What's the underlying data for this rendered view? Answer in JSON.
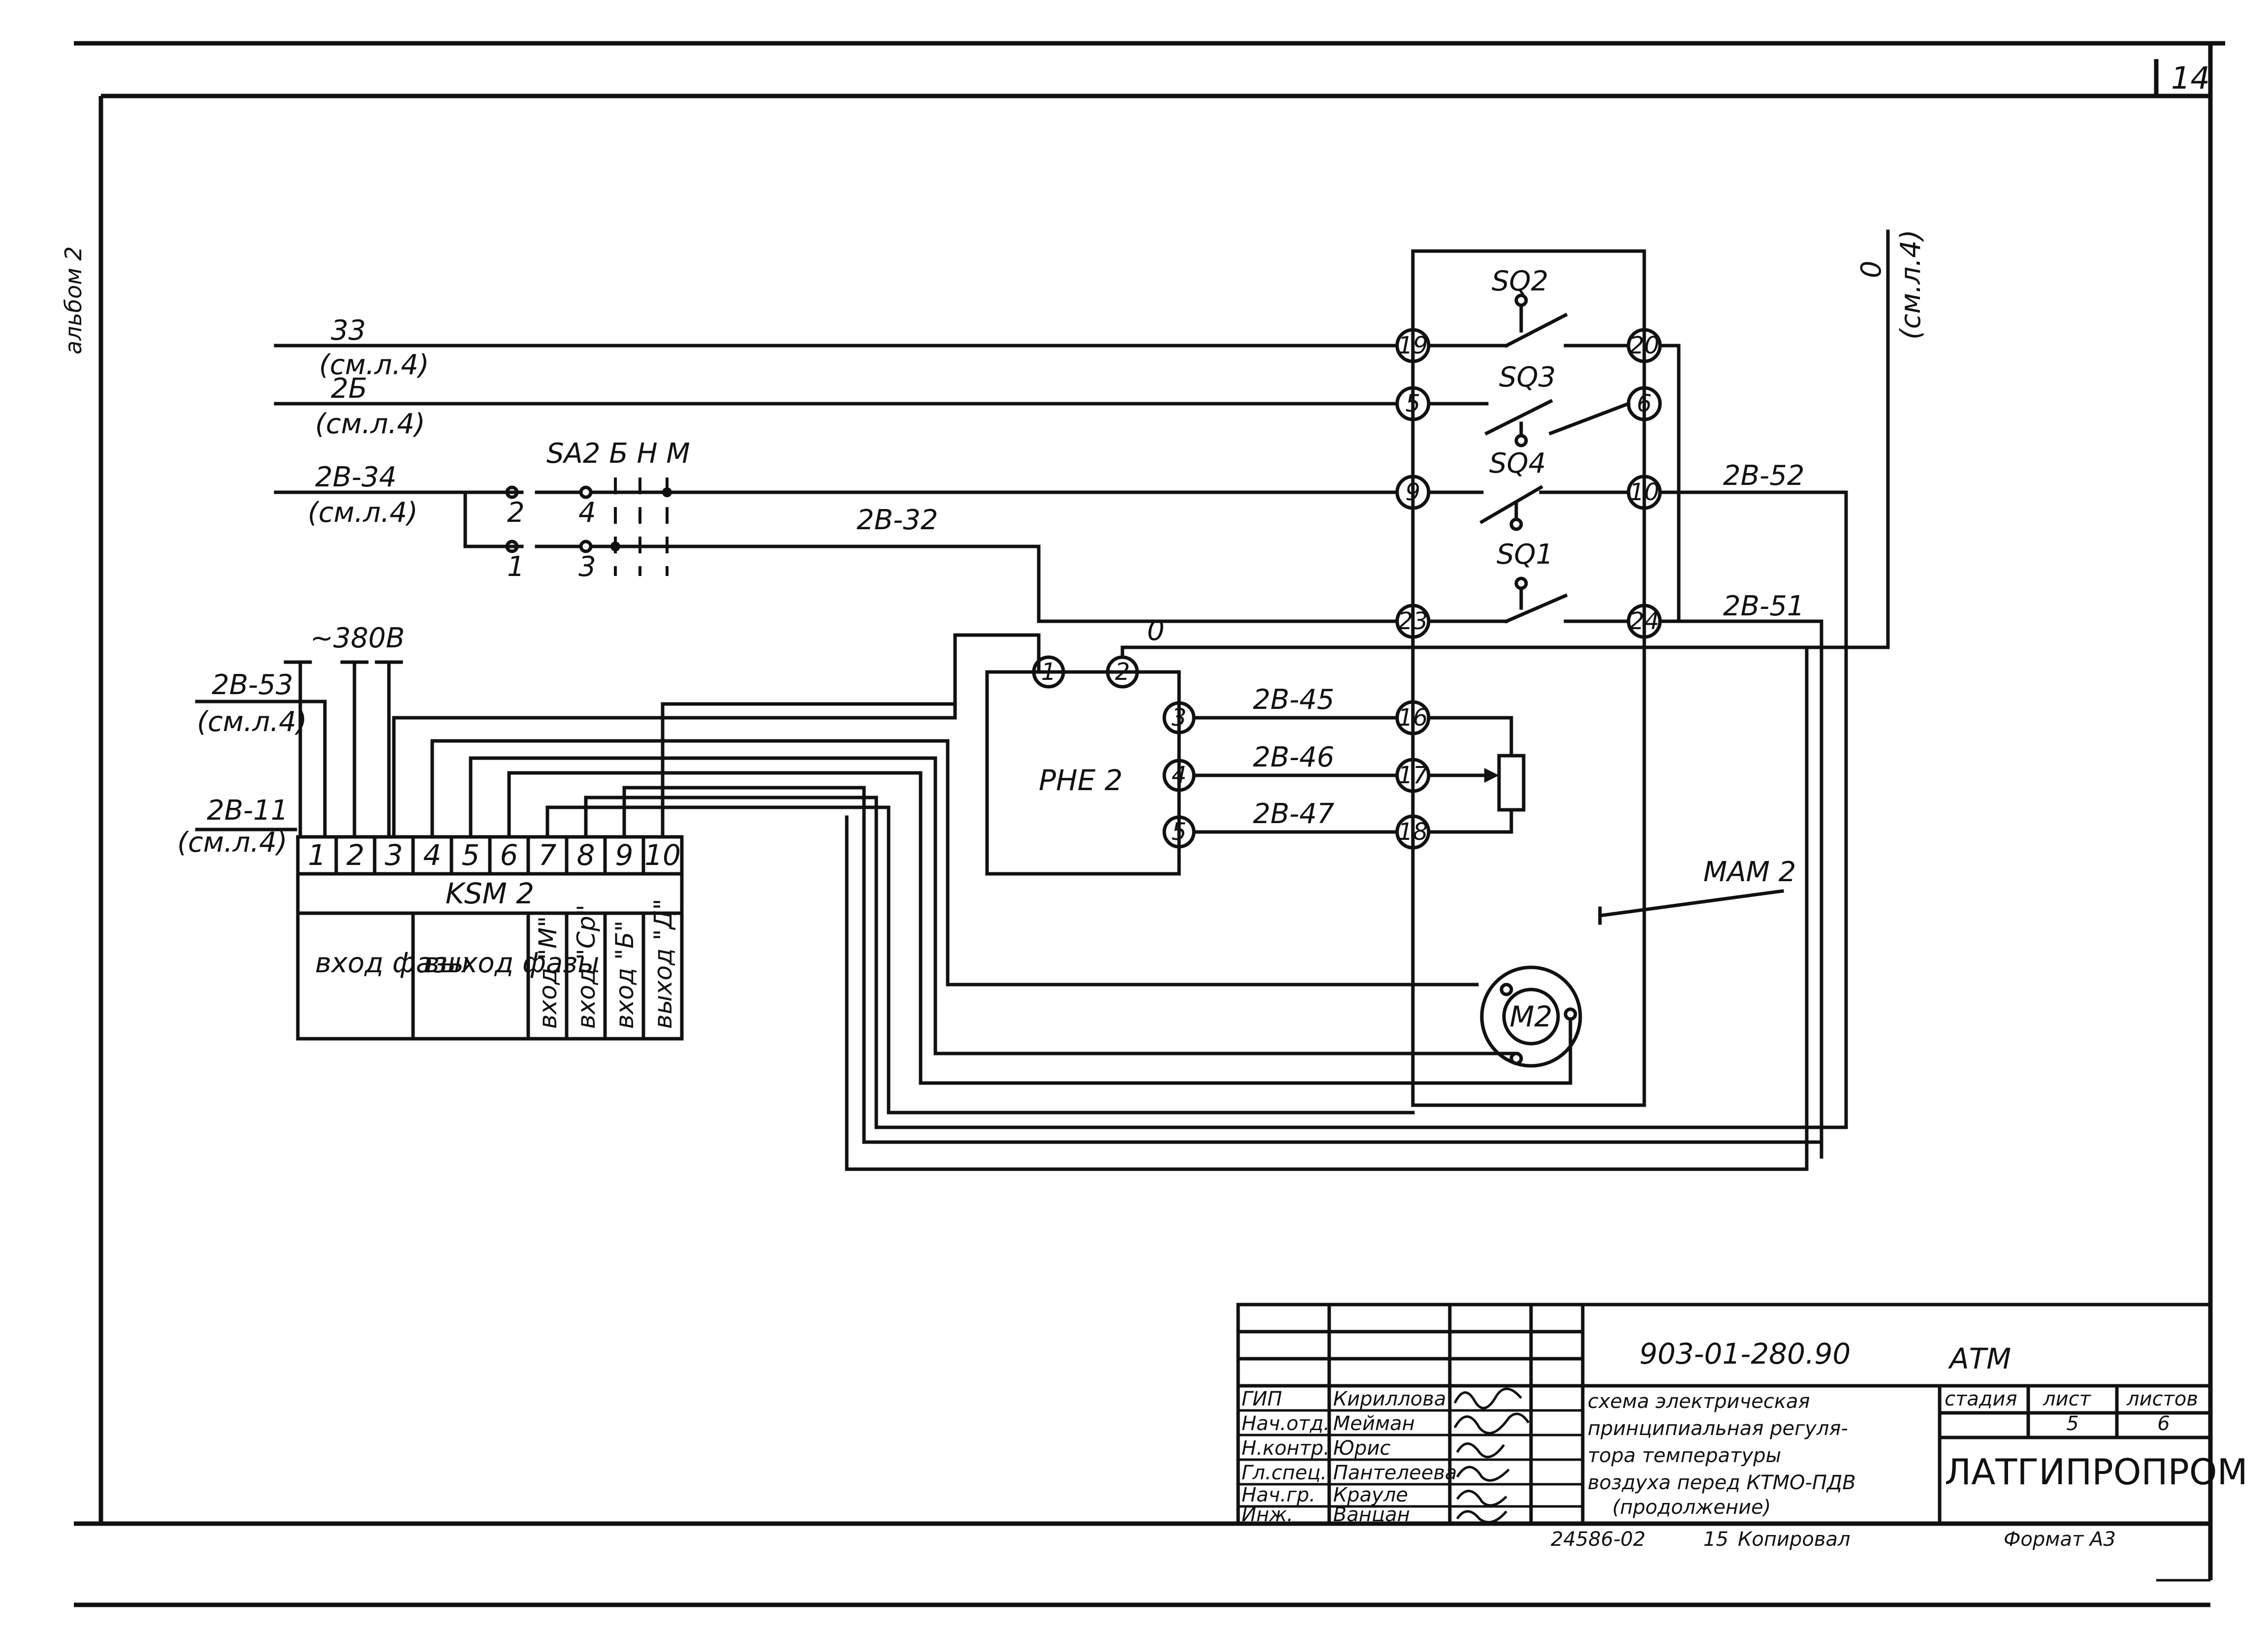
{
  "sheet": {
    "album": "альбом 2",
    "page_number": "14"
  },
  "wires": {
    "w33": "33",
    "w2b": "2Б",
    "w2v34": "2В-34",
    "w2v32": "2В-32",
    "w2v52": "2В-52",
    "w2v51": "2В-51",
    "w2v53": "2В-53",
    "w2v11": "2В-11",
    "w2v45": "2В-45",
    "w2v46": "2В-46",
    "w2v47": "2В-47",
    "wire0": "0",
    "ref": "(см.л.4)",
    "voltage": "~380В"
  },
  "switches": {
    "sq2": "SQ2",
    "sq3": "SQ3",
    "sq4": "SQ4",
    "sq1": "SQ1",
    "sa2": "SA2 Б Н М",
    "sa2_contacts": [
      "2",
      "4",
      "1",
      "3"
    ]
  },
  "terminals": {
    "left": [
      "19",
      "5",
      "9",
      "23",
      "16",
      "17",
      "18"
    ],
    "right": [
      "20",
      "6",
      "10",
      "24"
    ],
    "rne": [
      "1",
      "2",
      "3",
      "4",
      "5"
    ]
  },
  "devices": {
    "rne": "РНЕ 2",
    "mam": "МАМ 2",
    "motor": "М2",
    "ksm_title": "KSM 2",
    "ksm_pins": [
      "1",
      "2",
      "3",
      "4",
      "5",
      "6",
      "7",
      "8",
      "9",
      "10"
    ],
    "ksm_in_phases": "вход фазы",
    "ksm_out_phases": "выход фазы",
    "ksm_in_m": "вход \"М\"",
    "ksm_in_sr": "вход \"Ср\"",
    "ksm_in_b": "вход \"Б\"",
    "ksm_out_d": "выход \"Д\""
  },
  "title_block": {
    "doc_code": "903-01-280.90",
    "section": "АТМ",
    "title_lines": [
      "схема электрическая",
      "принципиальная регуля-",
      "тора температуры",
      "воздуха перед КТМО-ПДВ",
      "(продолжение)"
    ],
    "stage_label": "стадия",
    "sheet_label": "лист",
    "sheets_label": "листов",
    "sheet_value": "5",
    "sheets_value": "6",
    "org": "ЛАТГИПРОПРОМ",
    "roles": [
      "ГИП",
      "Нач.отд.",
      "Н.контр.",
      "Гл.спец.",
      "Нач.гр.",
      "Инж."
    ],
    "names": [
      "Кириллова",
      "Мейман",
      "Юрис",
      "Пантелеева",
      "Крауле",
      "Ванцан"
    ],
    "bottom_left": "24586-02",
    "bottom_num": "15",
    "copied": "Копировал",
    "format": "Формат А3"
  }
}
